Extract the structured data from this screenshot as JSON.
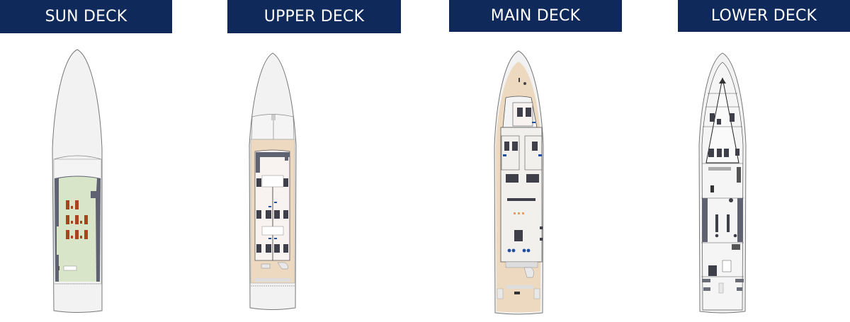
{
  "decks": [
    {
      "title": "SUN DECK"
    },
    {
      "title": "UPPER DECK"
    },
    {
      "title": "MAIN DECK"
    },
    {
      "title": "LOWER DECK"
    }
  ],
  "colors": {
    "header_bg": "#10295b",
    "hull": "#f2f2f3",
    "sun_floor": "#d9e5c8",
    "wood_deck": "#ecd9c0",
    "furniture": "#a8441e",
    "fixtures": "#5a5a63",
    "accent_blue": "#1f4fa0"
  }
}
